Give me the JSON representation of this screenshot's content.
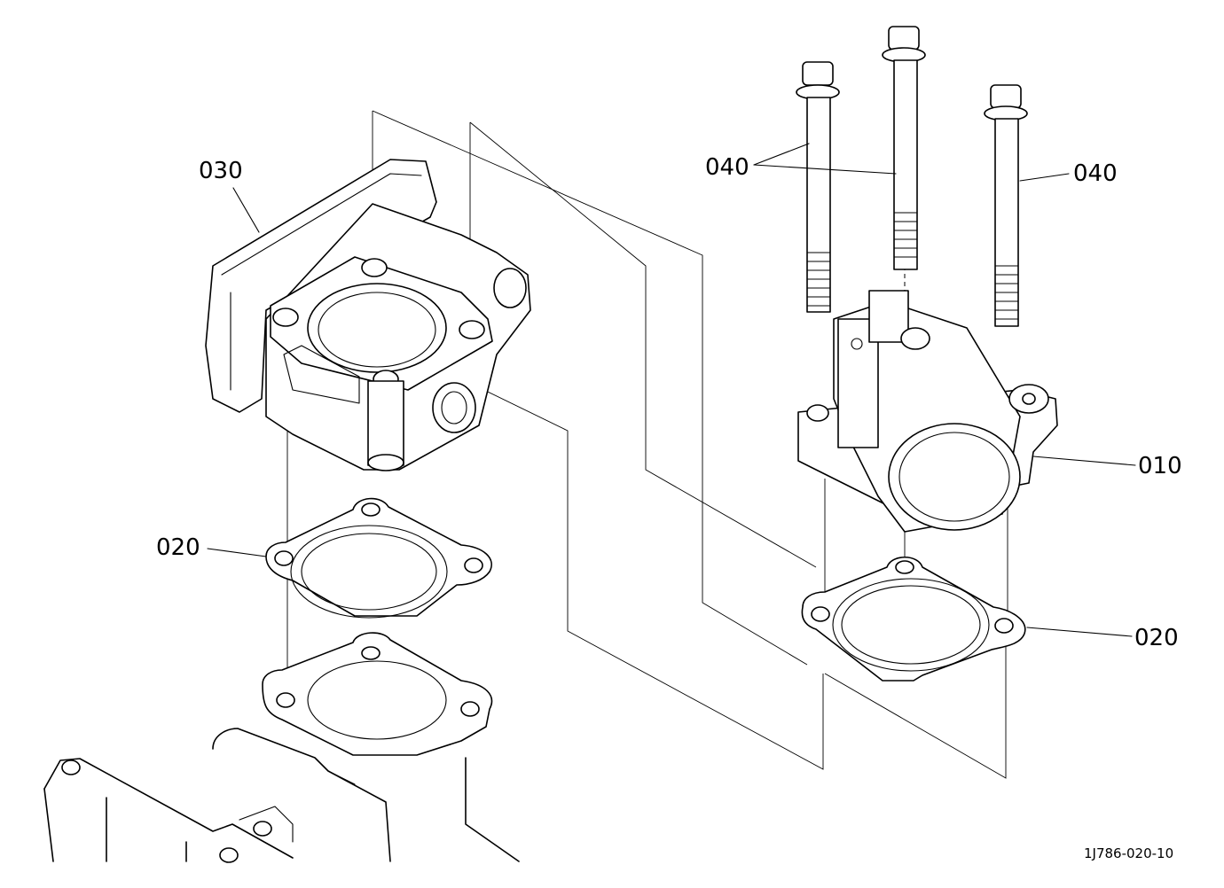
{
  "callouts": {
    "throttle_body": "030",
    "gasket_left": "020",
    "bolts_left": "040",
    "bolts_right": "040",
    "connector": "010",
    "gasket_right": "020"
  },
  "document_id": "1J786-020-10"
}
